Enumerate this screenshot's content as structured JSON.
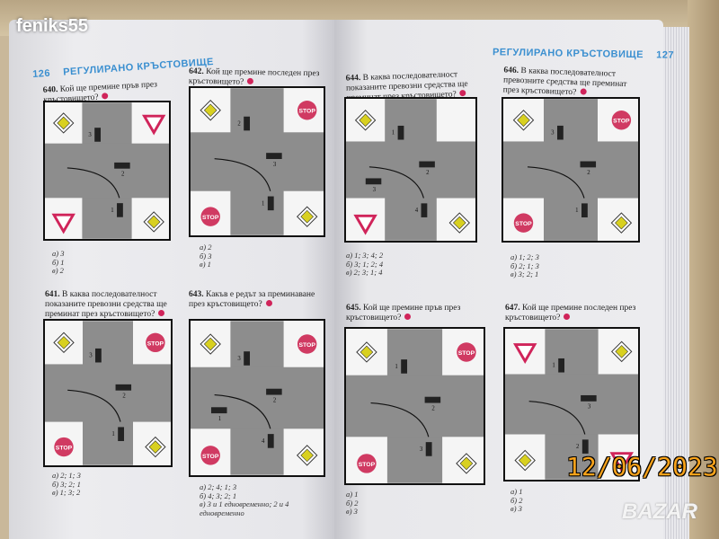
{
  "watermark": "feniks55",
  "date_stamp": "12/06/2023",
  "bazar_logo": "BAZAR",
  "left_header": {
    "page": "126",
    "title": "РЕГУЛИРАНО КРЪСТОВИЩЕ"
  },
  "right_header": {
    "page": "127",
    "title": "РЕГУЛИРАНО КРЪСТОВИЩЕ"
  },
  "accent": "#d0245a",
  "questions": [
    {
      "num": "640.",
      "text": "Кой ще премине пръв през кръстовището?",
      "answers": [
        "а) 3",
        "б) 1",
        "в) 2"
      ],
      "signs": [
        "diamond",
        "yield",
        "yield",
        "diamond"
      ],
      "vehicles": [
        "3",
        "2",
        "1"
      ]
    },
    {
      "num": "642.",
      "text": "Кой ще премине последен през кръстовището?",
      "answers": [
        "а) 2",
        "б) 3",
        "в) 1"
      ],
      "signs": [
        "diamond",
        "stop",
        "stop",
        "diamond"
      ],
      "vehicles": [
        "2",
        "3",
        "1"
      ]
    },
    {
      "num": "644.",
      "text": "В каква последователност показаните превозни средства ще преминат през кръстовището?",
      "answers": [
        "а) 1; 3; 4; 2",
        "б) 3; 1; 2; 4",
        "в) 2; 3; 1; 4"
      ],
      "signs": [
        "diamond",
        "none",
        "yield",
        "diamond"
      ],
      "vehicles": [
        "1",
        "2",
        "4",
        "3"
      ]
    },
    {
      "num": "646.",
      "text": "В каква последователност превозните средства ще преминат през кръстовището?",
      "answers": [
        "а) 1; 2; 3",
        "б) 2; 1; 3",
        "в) 3; 2; 1"
      ],
      "signs": [
        "diamond",
        "stop",
        "stop",
        "diamond"
      ],
      "vehicles": [
        "3",
        "2",
        "1"
      ]
    },
    {
      "num": "641.",
      "text": "В каква последователност показаните превозни средства ще преминат през кръстовището?",
      "answers": [
        "а) 2; 1; 3",
        "б) 3; 2; 1",
        "в) 1; 3; 2"
      ],
      "signs": [
        "diamond",
        "stop",
        "stop",
        "diamond"
      ],
      "vehicles": [
        "3",
        "2",
        "1"
      ]
    },
    {
      "num": "643.",
      "text": "Какъв е редът за преминаване през кръстовището?",
      "answers": [
        "а) 2; 4; 1; 3",
        "б) 4; 3; 2; 1",
        "в) 3 и 1 едновременно; 2 и 4 едновременно"
      ],
      "signs": [
        "diamond",
        "stop",
        "stop",
        "diamond"
      ],
      "vehicles": [
        "3",
        "2",
        "4",
        "1"
      ]
    },
    {
      "num": "645.",
      "text": "Кой ще премине пръв през кръстовището?",
      "answers": [
        "а) 1",
        "б) 2",
        "в) 3"
      ],
      "signs": [
        "diamond",
        "stop",
        "stop",
        "diamond"
      ],
      "vehicles": [
        "1",
        "2",
        "3"
      ]
    },
    {
      "num": "647.",
      "text": "Кой ще премине последен през кръстовището?",
      "answers": [
        "а) 1",
        "б) 2",
        "в) 3"
      ],
      "signs": [
        "yield",
        "diamond",
        "diamond",
        "yield"
      ],
      "vehicles": [
        "1",
        "3",
        "2"
      ]
    }
  ]
}
